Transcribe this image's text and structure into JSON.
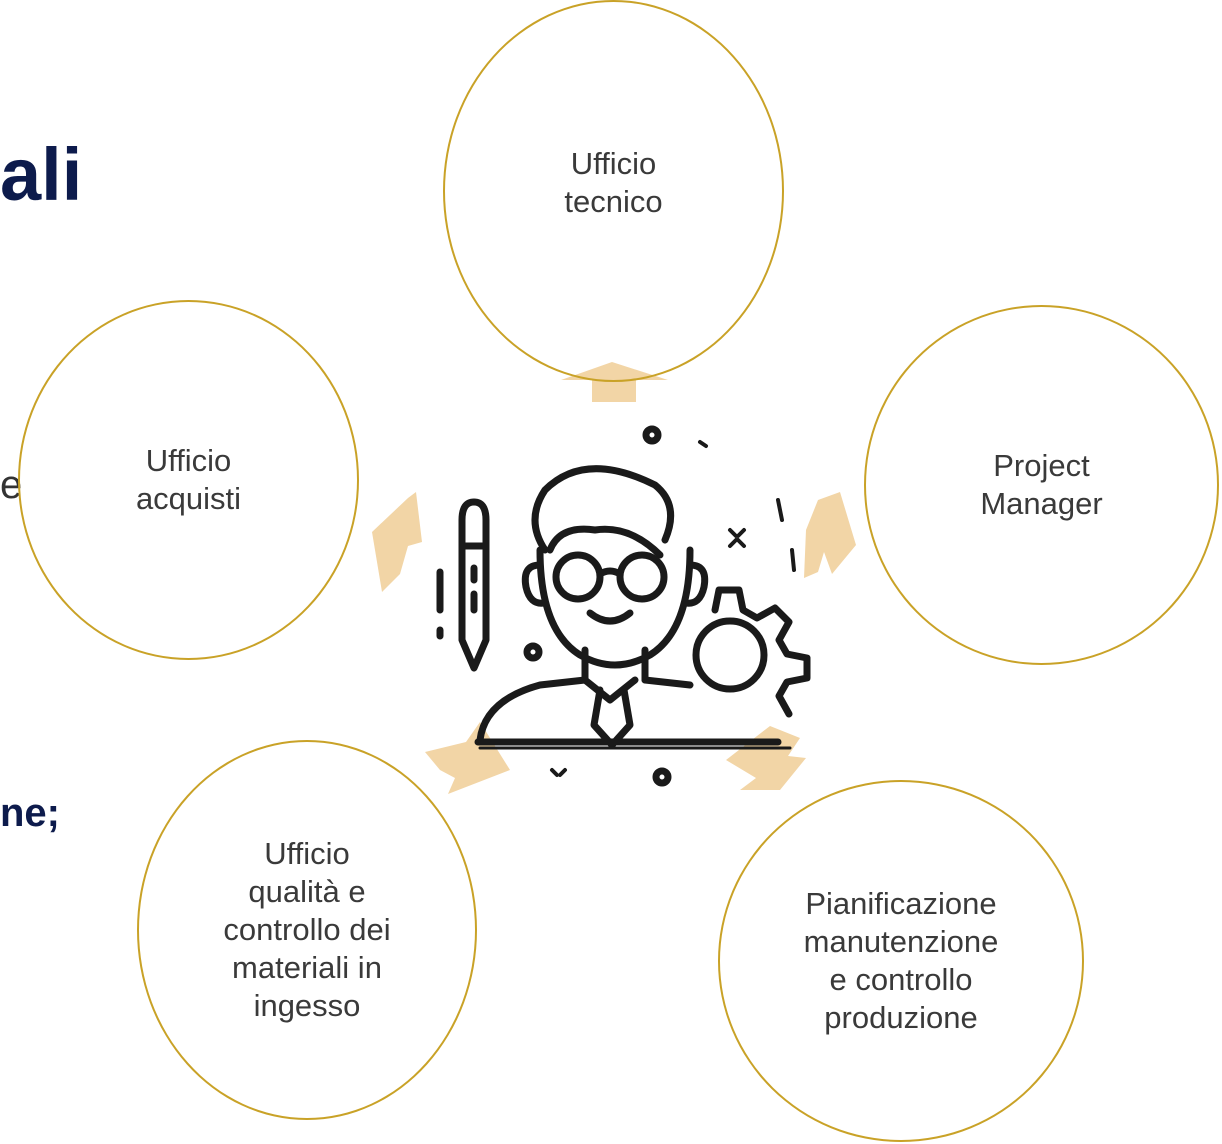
{
  "fragments": {
    "title": "ali",
    "middle": "e",
    "bold_line": "ne;"
  },
  "nodes": {
    "tecnico": "Ufficio\ntecnico",
    "pm": "Project\nManager",
    "produzione": "Pianificazione\nmanutenzione\ne controllo\nproduzione",
    "qualita": "Ufficio\nqualità e\ncontrollo dei\nmateriali in\ningesso",
    "acquisti": "Ufficio\nacquisti"
  },
  "colors": {
    "circle_border": "#c9a227",
    "arrow_fill": "#f2d5a6",
    "title_color": "#0d1b4c",
    "label_color": "#3a3a3a",
    "icon_stroke": "#1a1a1a"
  },
  "center_icon": "engineer-with-glasses-pencil-gear-icon"
}
